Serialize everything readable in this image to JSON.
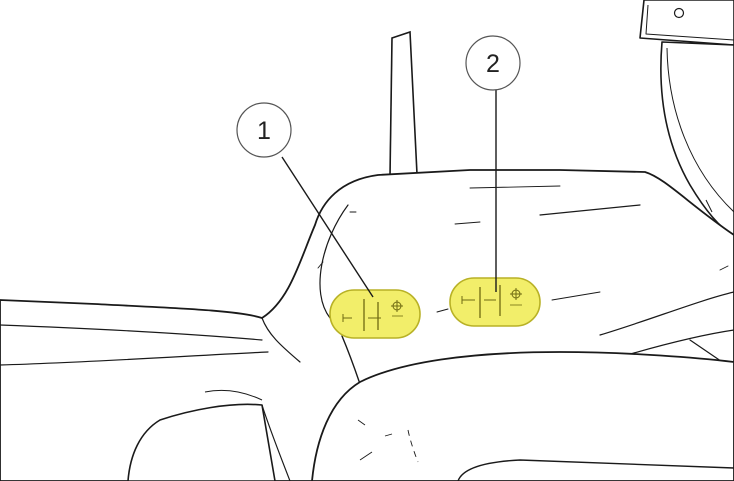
{
  "callouts": [
    {
      "number": "1",
      "label": "1"
    },
    {
      "number": "2",
      "label": "2"
    }
  ],
  "colors": {
    "highlight_fill": "#f2ee6a",
    "highlight_stroke": "#b8b126",
    "line_art": "#1a1a1a",
    "background": "#ffffff"
  }
}
